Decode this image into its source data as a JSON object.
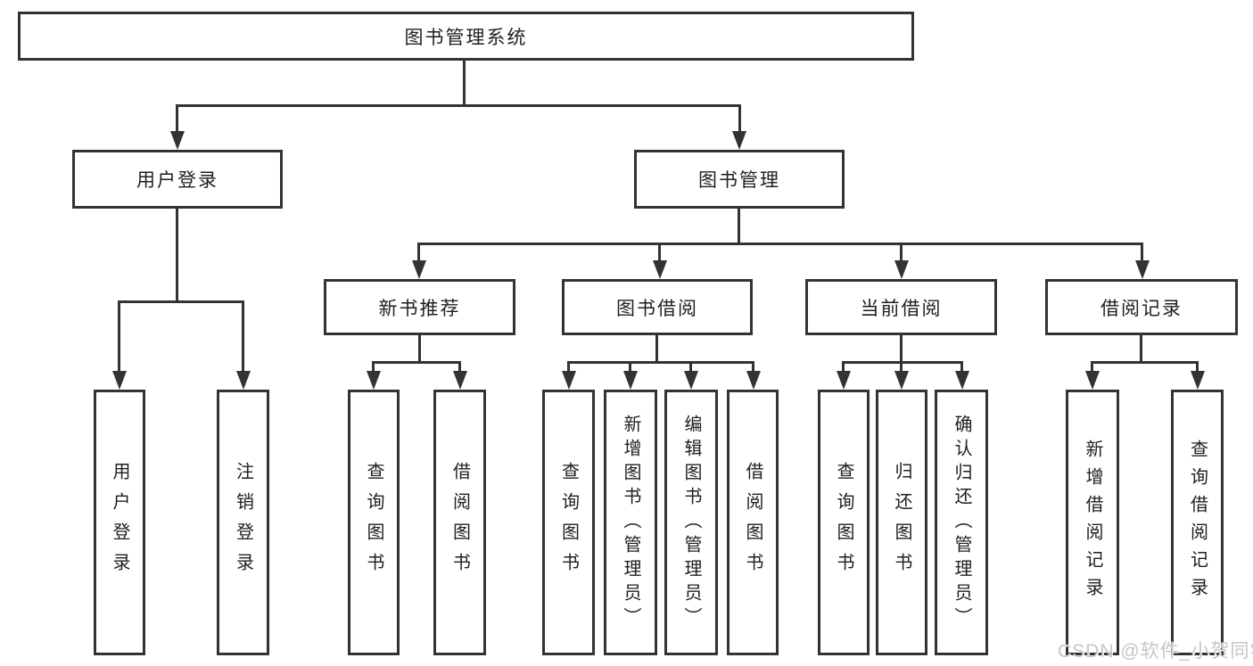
{
  "tree": {
    "root": {
      "label": "图书管理系统"
    },
    "level1": [
      {
        "label": "用户登录",
        "children": [
          {
            "label": "用户登录"
          },
          {
            "label": "注销登录"
          }
        ]
      },
      {
        "label": "图书管理"
      }
    ],
    "level2": [
      {
        "label": "新书推荐",
        "children": [
          {
            "label": "查询图书"
          },
          {
            "label": "借阅图书"
          }
        ]
      },
      {
        "label": "图书借阅",
        "children": [
          {
            "label": "查询图书"
          },
          {
            "label": "新增图书（管理员）"
          },
          {
            "label": "编辑图书（管理员）"
          },
          {
            "label": "借阅图书"
          }
        ]
      },
      {
        "label": "当前借阅",
        "children": [
          {
            "label": "查询图书"
          },
          {
            "label": "归还图书"
          },
          {
            "label": "确认归还（管理员）"
          }
        ]
      },
      {
        "label": "借阅记录",
        "children": [
          {
            "label": "新增借阅记录"
          },
          {
            "label": "查询借阅记录"
          }
        ]
      }
    ]
  },
  "watermark": {
    "text": "CSDN @软件_小贺同学"
  },
  "colors": {
    "line": "#333333",
    "text": "#1f1f1f",
    "background": "#ffffff",
    "watermark": "#c6c6c6"
  }
}
